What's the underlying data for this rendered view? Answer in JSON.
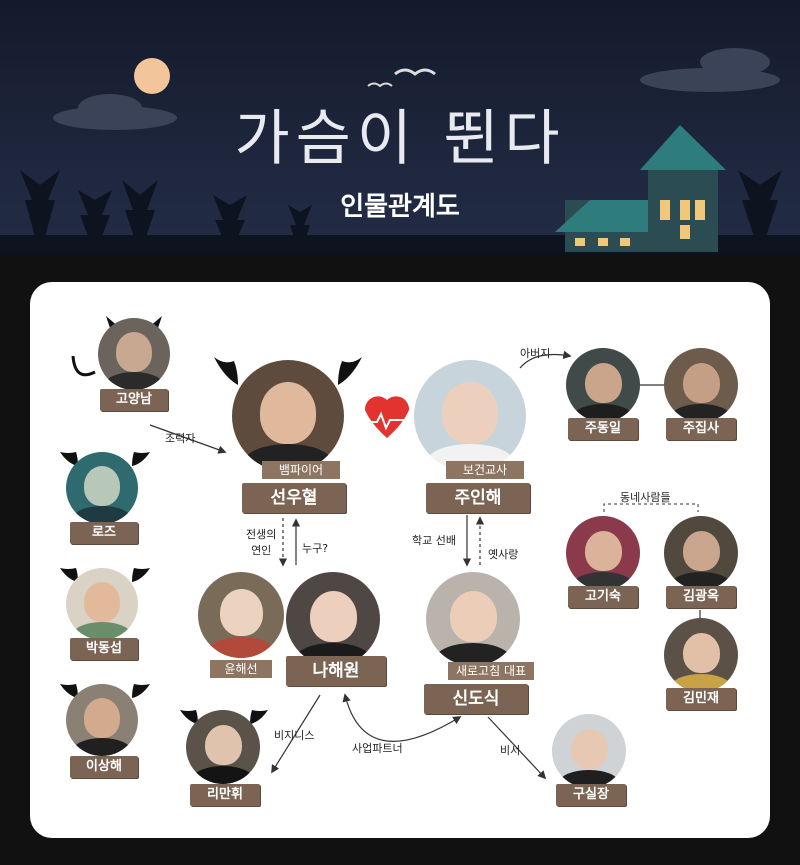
{
  "header": {
    "title": "가슴이 뛴다",
    "subtitle": "인물관계도"
  },
  "characters": {
    "goyangnam": "고양남",
    "rose": "로즈",
    "park": "박동섭",
    "lee": "이상해",
    "seonwoo": "선우혈",
    "seonwoo_role": "뱀파이어",
    "juinhae": "주인해",
    "juinhae_role": "보건교사",
    "judongil": "주동일",
    "jujipsa": "주집사",
    "gogisuk": "고기숙",
    "gimgwangok": "김광옥",
    "gimminjae": "김민재",
    "yunhaeseon": "윤해선",
    "nahaewon": "나해원",
    "sindosik": "신도식",
    "sindosik_role": "새로고침 대표",
    "limanhwi": "리만휘",
    "gusiljang": "구실장"
  },
  "relations": {
    "collaborator": "조력자",
    "father": "아버지",
    "neighbors": "동네사람들",
    "past_lover": "전생의\n연인",
    "who": "누구?",
    "school_senior": "학교 선배",
    "old_love": "옛사랑",
    "business": "비지니스",
    "partner": "사업파트너",
    "secretary": "비서"
  },
  "colors": {
    "accent_heart": "#e2332f",
    "label_brown": "#7b6453",
    "night_sky": "#1c243a"
  }
}
